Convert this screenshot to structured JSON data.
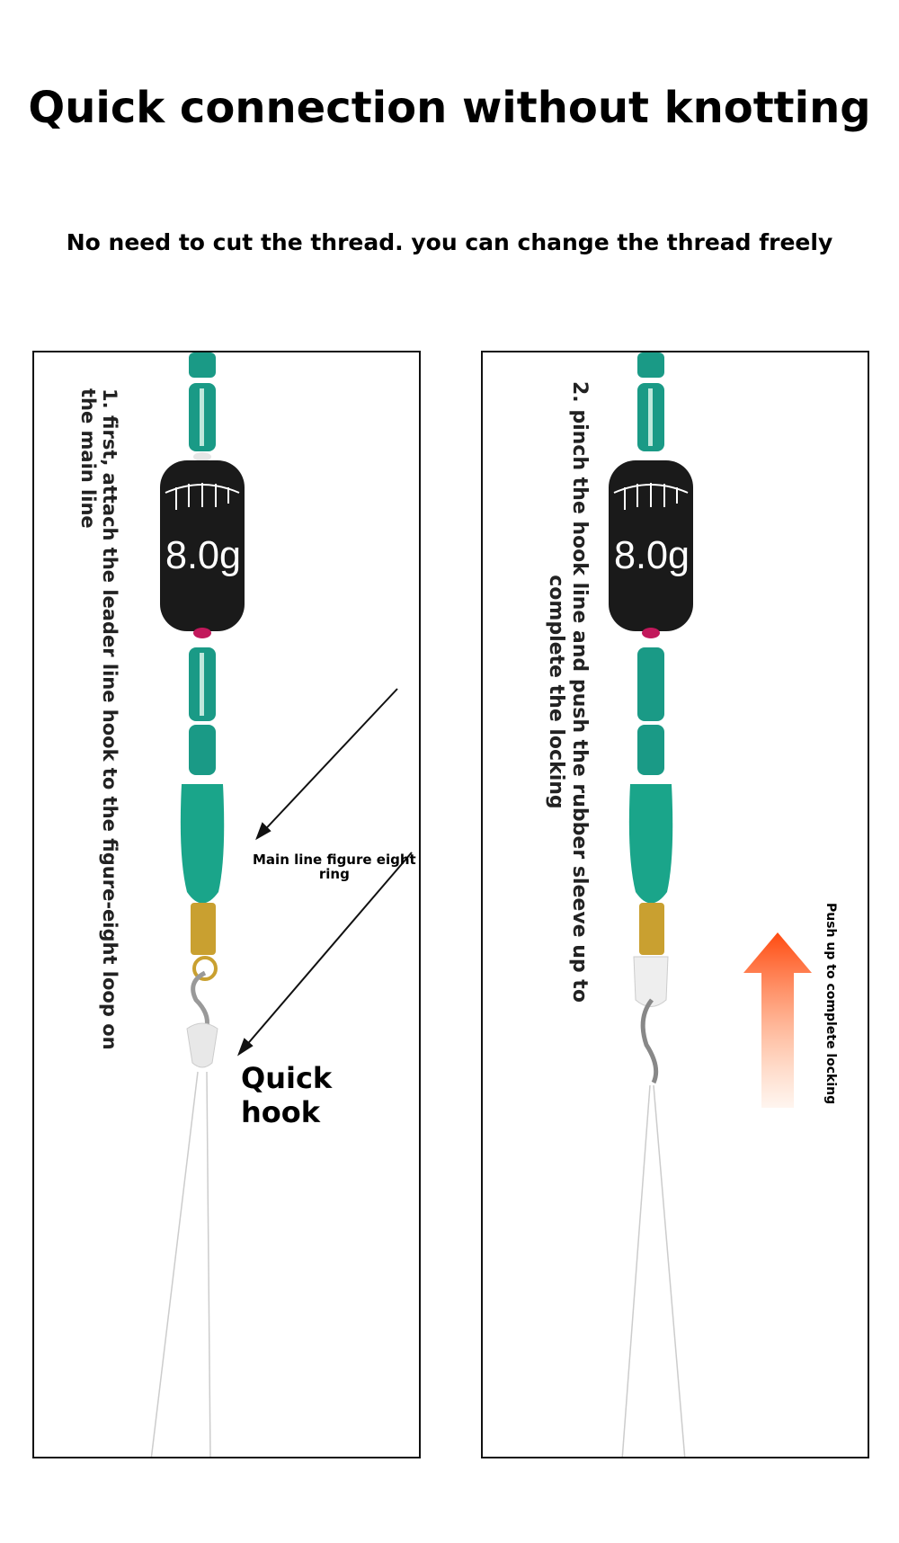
{
  "header": {
    "title": "Quick connection without knotting",
    "subtitle": "No need to cut the thread. you can change the thread freely"
  },
  "panel1": {
    "instruction": "1. first, attach the leader line hook to the figure-eight loop on the main line",
    "instruction_line1": "1. first, attach the leader line hook to the figure-eight loop on",
    "instruction_line2": "the main line",
    "label_main_line": "Main line figure eight ring",
    "label_main_line_1": "Main line figure eight",
    "label_main_line_2": "ring",
    "label_quick_hook": "Quick hook",
    "weight_label": "8.0g"
  },
  "panel2": {
    "instruction_line1": "2. pinch the hook line and push the rubber sleeve up to",
    "instruction_line2": "complete the locking",
    "push_label": "Push up to complete locking",
    "weight_label": "8.0g"
  },
  "colors": {
    "teal": "#1a9a86",
    "black": "#1a1a1a",
    "gold": "#c9a030",
    "arrow": "#ff5a1a"
  }
}
